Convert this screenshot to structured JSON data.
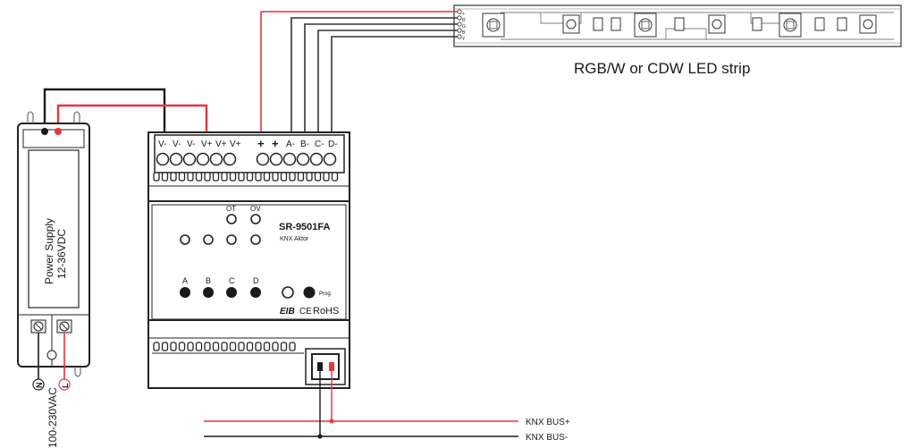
{
  "strip": {
    "caption": "RGB/W or CDW LED strip",
    "pin_labels": [
      "+",
      "R",
      "G",
      "B",
      "Y"
    ]
  },
  "controller": {
    "model": "SR-9501FA",
    "subtitle": "KNX Aktor",
    "terminal_labels": [
      "V-",
      "V-",
      "V-",
      "V+",
      "V+",
      "V+",
      "+",
      "+",
      "A-",
      "B-",
      "C-",
      "D-"
    ],
    "indicator_labels": [
      "OT",
      "OV"
    ],
    "channel_labels": [
      "A",
      "B",
      "C",
      "D"
    ],
    "prog_label": "Prog.",
    "cert_marks": [
      "EIB",
      "CE",
      "RoHS"
    ]
  },
  "power_supply": {
    "name": "Power Supply",
    "voltage": "12-36VDC",
    "input_voltage": "100-230VAC",
    "neutral_symbol": "N",
    "line_symbol": "L"
  },
  "bus": {
    "plus_label": "KNX BUS+",
    "minus_label": "KNX BUS-"
  },
  "colors": {
    "positive_wire": "#e8343a",
    "negative_wire": "#1a1a1a",
    "outline": "#222222"
  }
}
